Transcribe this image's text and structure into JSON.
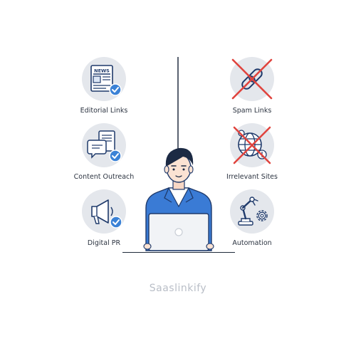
{
  "left_items": [
    {
      "label": "Editorial Links",
      "icon": "newspaper-icon",
      "badge": "check-badge-icon",
      "icon_text": "NEWS"
    },
    {
      "label": "Content Outreach",
      "icon": "chat-document-icon",
      "badge": "check-badge-icon"
    },
    {
      "label": "Digital PR",
      "icon": "megaphone-icon",
      "badge": "check-badge-icon"
    }
  ],
  "right_items": [
    {
      "label": "Spam Links",
      "icon": "chain-link-icon",
      "cross": "red-x-icon"
    },
    {
      "label": "Irrelevant Sites",
      "icon": "globe-icon",
      "cross": "red-x-icon"
    },
    {
      "label": "Automation",
      "icon": "robot-arm-gear-icon"
    }
  ],
  "brand": "Saaslinkify",
  "colors": {
    "circle": "#e4e7ec",
    "line_art": "#1f3a6b",
    "check_blue": "#3b82d6",
    "cross_red": "#e0443e",
    "jacket_blue": "#3a7bd5",
    "brand_gray": "#b9bec7"
  }
}
